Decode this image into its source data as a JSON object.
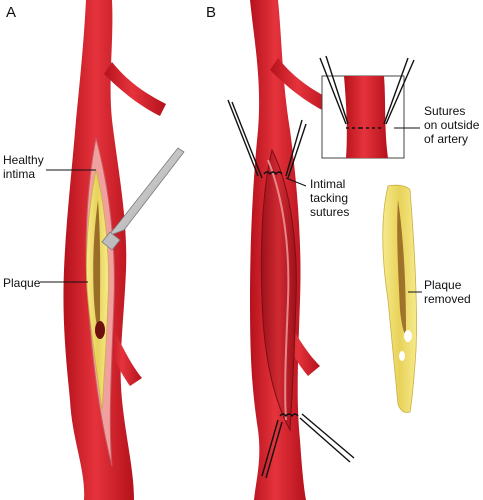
{
  "panels": {
    "a": {
      "letter": "A"
    },
    "b": {
      "letter": "B"
    }
  },
  "labels": {
    "healthy_intima": "Healthy\nintima",
    "plaque": "Plaque",
    "intimal_tacking_sutures": "Intimal\ntacking\nsutures",
    "sutures_outside": "Sutures\non outside\nof artery",
    "plaque_removed": "Plaque\nremoved"
  },
  "colors": {
    "artery": "#d81e2a",
    "artery_dark": "#a8141d",
    "lumen": "#b3161f",
    "plaque": "#f2e27a",
    "plaque_core": "#8c5a1e",
    "intima_edge": "#f1a0a0",
    "suture": "#111111",
    "scalpel": "#c8c8c8"
  }
}
